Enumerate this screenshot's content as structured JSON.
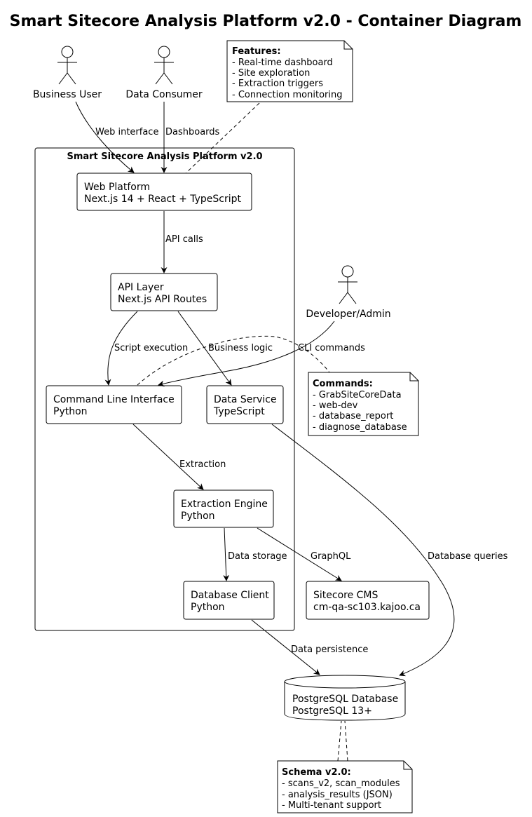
{
  "title": "Smart Sitecore Analysis Platform v2.0 - Container Diagram",
  "boundary": {
    "label": "Smart Sitecore Analysis Platform v2.0"
  },
  "actors": {
    "business_user": "Business User",
    "data_consumer": "Data Consumer",
    "developer_admin": "Developer/Admin"
  },
  "containers": {
    "web_platform": {
      "name": "Web Platform",
      "tech": "Next.js 14 + React + TypeScript"
    },
    "api_layer": {
      "name": "API Layer",
      "tech": "Next.js API Routes"
    },
    "cli": {
      "name": "Command Line Interface",
      "tech": "Python"
    },
    "data_service": {
      "name": "Data Service",
      "tech": "TypeScript"
    },
    "extraction_engine": {
      "name": "Extraction Engine",
      "tech": "Python"
    },
    "database_client": {
      "name": "Database Client",
      "tech": "Python"
    },
    "sitecore_cms": {
      "name": "Sitecore CMS",
      "tech": "cm-qa-sc103.kajoo.ca"
    },
    "postgres": {
      "name": "PostgreSQL Database",
      "tech": "PostgreSQL 13+"
    }
  },
  "edges": {
    "web_interface": "Web interface",
    "dashboards": "Dashboards",
    "api_calls": "API calls",
    "script_execution": "Script execution",
    "business_logic": "Business logic",
    "cli_commands": "CLI commands",
    "extraction": "Extraction",
    "data_storage": "Data storage",
    "graphql": "GraphQL",
    "database_queries": "Database queries",
    "data_persistence": "Data persistence"
  },
  "notes": {
    "features": {
      "heading": "Features:",
      "items": [
        "- Real-time dashboard",
        "- Site exploration",
        "- Extraction triggers",
        "- Connection monitoring"
      ]
    },
    "commands": {
      "heading": "Commands:",
      "items": [
        "- GrabSiteCoreData",
        "- web-dev",
        "- database_report",
        "- diagnose_database"
      ]
    },
    "schema": {
      "heading": "Schema v2.0:",
      "items": [
        "- scans_v2, scan_modules",
        "- analysis_results (JSON)",
        "- Multi-tenant support"
      ]
    }
  }
}
